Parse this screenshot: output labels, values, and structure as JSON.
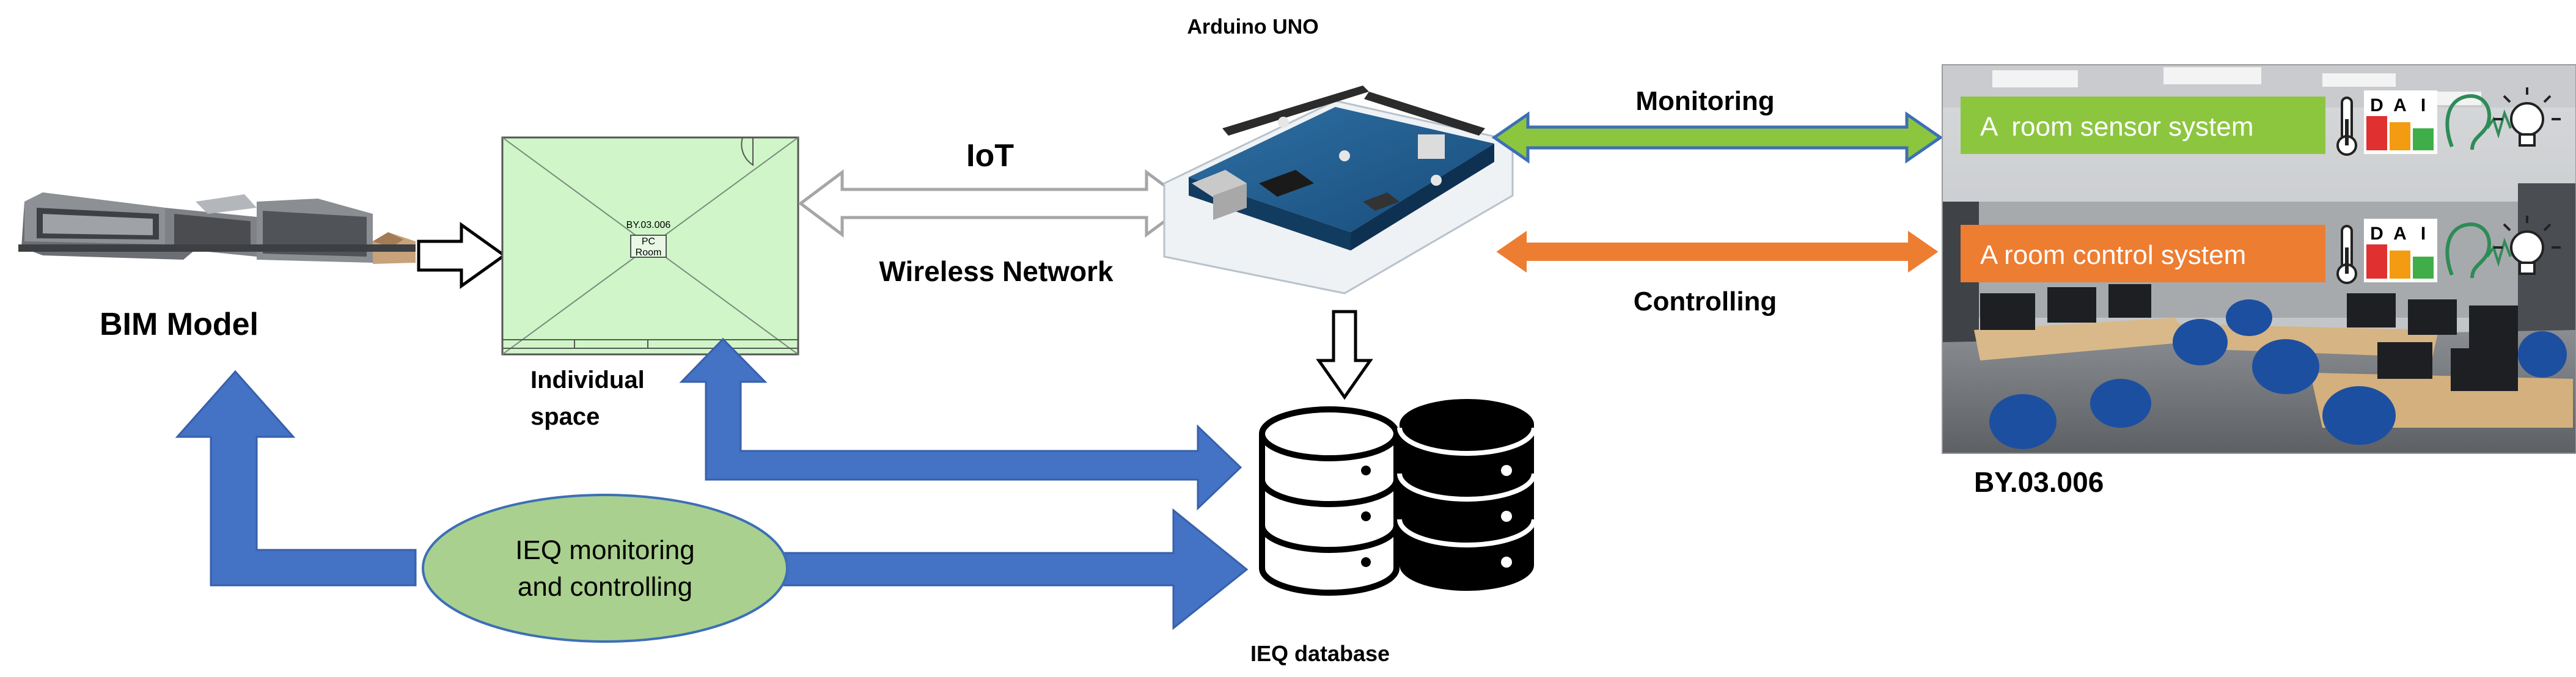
{
  "labels": {
    "bim_model": "BIM Model",
    "individual_space_line1": "Individual",
    "individual_space_line2": "space",
    "iot": "IoT",
    "wireless_network": "Wireless Network",
    "arduino_uno": "Arduino UNO",
    "monitoring": "Monitoring",
    "controlling": "Controlling",
    "room_id": "BY.03.006",
    "ieq_database": "IEQ database",
    "ieq_ellipse_line1": "IEQ monitoring",
    "ieq_ellipse_line2": "and controlling"
  },
  "floorplan": {
    "room_code": "BY.03.006",
    "room_type": "PC",
    "room_word": "Room"
  },
  "photo_banners": {
    "sensor": "A  room sensor system",
    "control": "A room control system"
  },
  "icons": {
    "building": "building-model-icon",
    "board": "arduino-board-icon",
    "database_outline": "database-outline-icon",
    "database_solid": "database-solid-icon",
    "thermometer": "thermometer-icon",
    "ieq_meter": "dai-meter-icon",
    "ear": "ear-icon",
    "bulb": "light-bulb-icon"
  },
  "meter_letters": [
    "D",
    "A",
    "I"
  ],
  "colors": {
    "flow_blue": "#4472C4",
    "monitor_green": "#8CC63F",
    "control_orange": "#ED7D31",
    "plan_fill": "#CFF5C8",
    "ellipse_fill": "#A9D08E",
    "sensor_banner": "#8CC63F",
    "control_banner": "#ED7D31"
  }
}
